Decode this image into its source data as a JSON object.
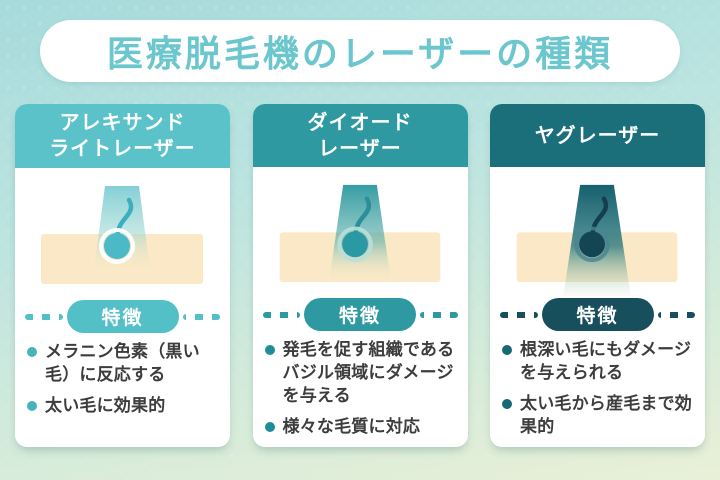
{
  "title": "医療脱毛機のレーザーの種類",
  "colors": {
    "background_top": "#a7dbdc",
    "background_bottom": "#e9f0d7",
    "title_text": "#6bc7cd",
    "skin": "#fae8c6",
    "bullet_text": "#3d3d3d"
  },
  "cards": [
    {
      "name": "アレキサンドライトレーザー",
      "title_line1": "アレキサンド",
      "title_line2": "ライトレーザー",
      "badge": "特徴",
      "bullets": [
        "メラニン色素（黒い毛）に反応する",
        "太い毛に効果的"
      ],
      "illustration": "shallow-laser-beam-on-hair-follicle",
      "colors": {
        "header": "#5cc2c9",
        "badge": "#53bfc7",
        "dash": "#53bfc7",
        "dot": "#46b4c0"
      }
    },
    {
      "name": "ダイオードレーザー",
      "title_line1": "ダイオード",
      "title_line2": "レーザー",
      "badge": "特徴",
      "bullets": [
        "発毛を促す組織であるバジル領域にダメージを与える",
        "様々な毛質に対応"
      ],
      "illustration": "medium-depth-laser-beam-on-hair-follicle",
      "colors": {
        "header": "#2e99a1",
        "badge": "#2e99a1",
        "dash": "#2e99a1",
        "dot": "#1e8d99"
      }
    },
    {
      "name": "ヤグレーザー",
      "title_line1": "ヤグレーザー",
      "title_line2": "",
      "badge": "特徴",
      "bullets": [
        "根深い毛にもダメージを与えられる",
        "太い毛から産毛まで効果的"
      ],
      "illustration": "deep-laser-beam-on-hair-follicle",
      "colors": {
        "header": "#1b6f7b",
        "badge": "#174f5c",
        "dash": "#174f5c",
        "dot": "#1a6874"
      }
    }
  ]
}
